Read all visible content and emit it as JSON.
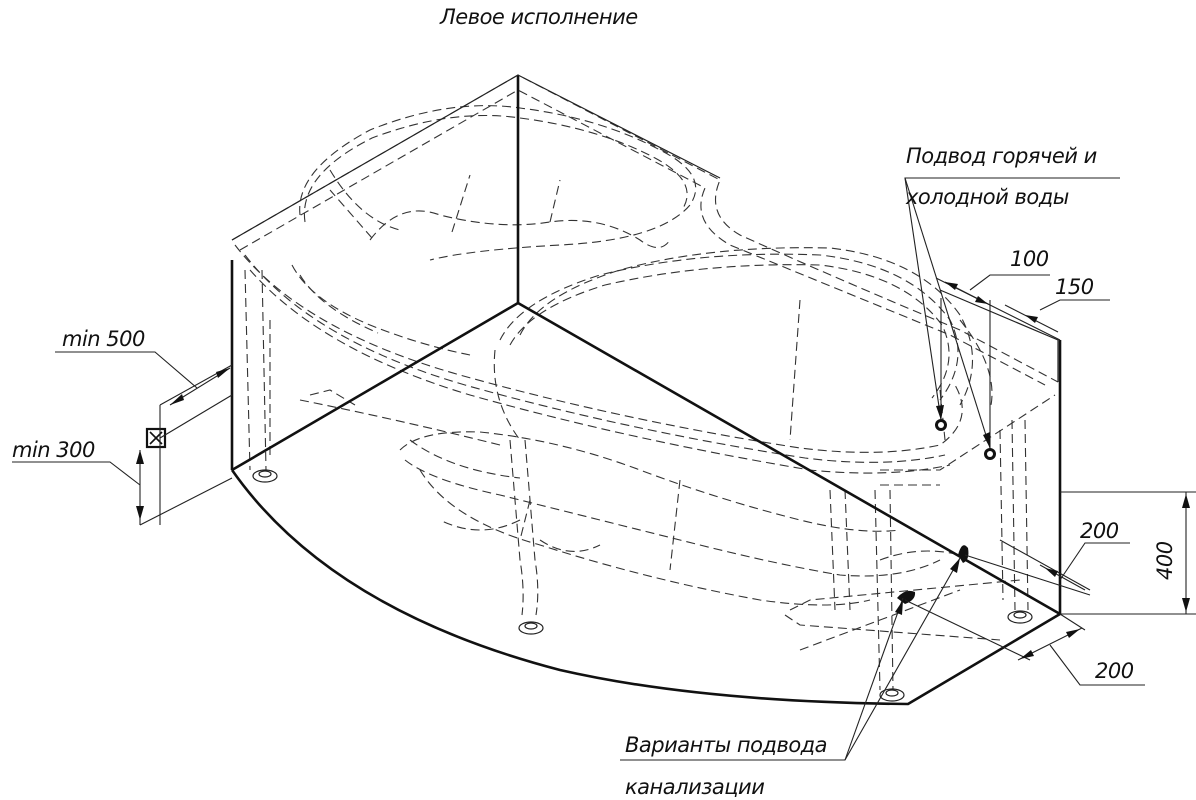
{
  "title": "Левое исполнение",
  "labels": {
    "water_supply_line1": "Подвод горячей и",
    "water_supply_line2": "холодной воды",
    "drain_line1": "Варианты подвода",
    "drain_line2": "канализации",
    "min_500": "min 500",
    "min_300": "min 300",
    "dim_100": "100",
    "dim_150": "150",
    "dim_400": "400",
    "dim_200_upper": "200",
    "dim_200_lower": "200"
  }
}
